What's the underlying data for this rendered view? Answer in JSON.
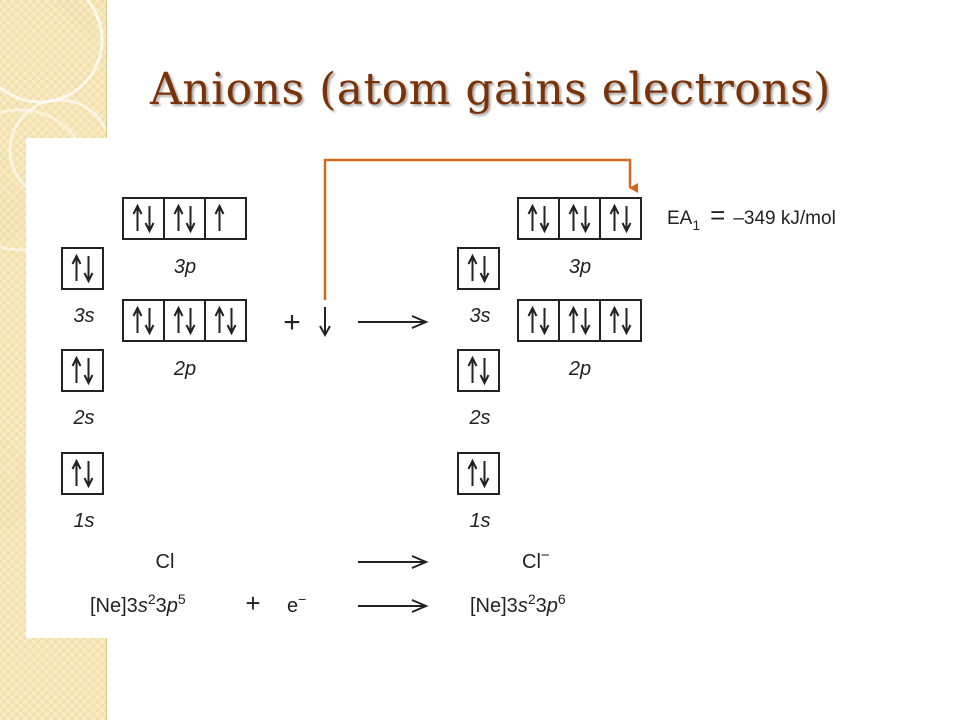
{
  "slide": {
    "title": "Anions (atom gains electrons)"
  },
  "colors": {
    "title": "#7a3208",
    "sidebar": "#f6e6b6",
    "arrow": "#d2691e",
    "ink": "#222222"
  },
  "diagram": {
    "left_atom": {
      "orbitals": [
        {
          "label": "3p",
          "electrons": [
            "up-down",
            "up-down",
            "up"
          ]
        },
        {
          "label": "3s",
          "electrons": [
            "up-down"
          ]
        },
        {
          "label": "2p",
          "electrons": [
            "up-down",
            "up-down",
            "up-down"
          ]
        },
        {
          "label": "2s",
          "electrons": [
            "up-down"
          ]
        },
        {
          "label": "1s",
          "electrons": [
            "up-down"
          ]
        }
      ]
    },
    "right_atom": {
      "orbitals": [
        {
          "label": "3p",
          "electrons": [
            "up-down",
            "up-down",
            "up-down"
          ]
        },
        {
          "label": "3s",
          "electrons": [
            "up-down"
          ]
        },
        {
          "label": "2p",
          "electrons": [
            "up-down",
            "up-down",
            "up-down"
          ]
        },
        {
          "label": "2s",
          "electrons": [
            "up-down"
          ]
        },
        {
          "label": "1s",
          "electrons": [
            "up-down"
          ]
        }
      ]
    },
    "added_electron": "down",
    "energy": {
      "symbol": "EA",
      "subscript": "1",
      "equals": "=",
      "value": "–349 kJ/mol"
    },
    "species": {
      "left": "Cl",
      "right_base": "Cl",
      "right_charge": "−"
    },
    "configuration": {
      "left_prefix": "[Ne]3",
      "left_s_orbital": "s",
      "left_s_exp": "2",
      "left_mid": "3",
      "left_p_orbital": "p",
      "left_p_exp": "5",
      "plus": "+",
      "electron": "e",
      "electron_charge": "−",
      "right_prefix": "[Ne]3",
      "right_s_orbital": "s",
      "right_s_exp": "2",
      "right_mid": "3",
      "right_p_orbital": "p",
      "right_p_exp": "6"
    }
  }
}
